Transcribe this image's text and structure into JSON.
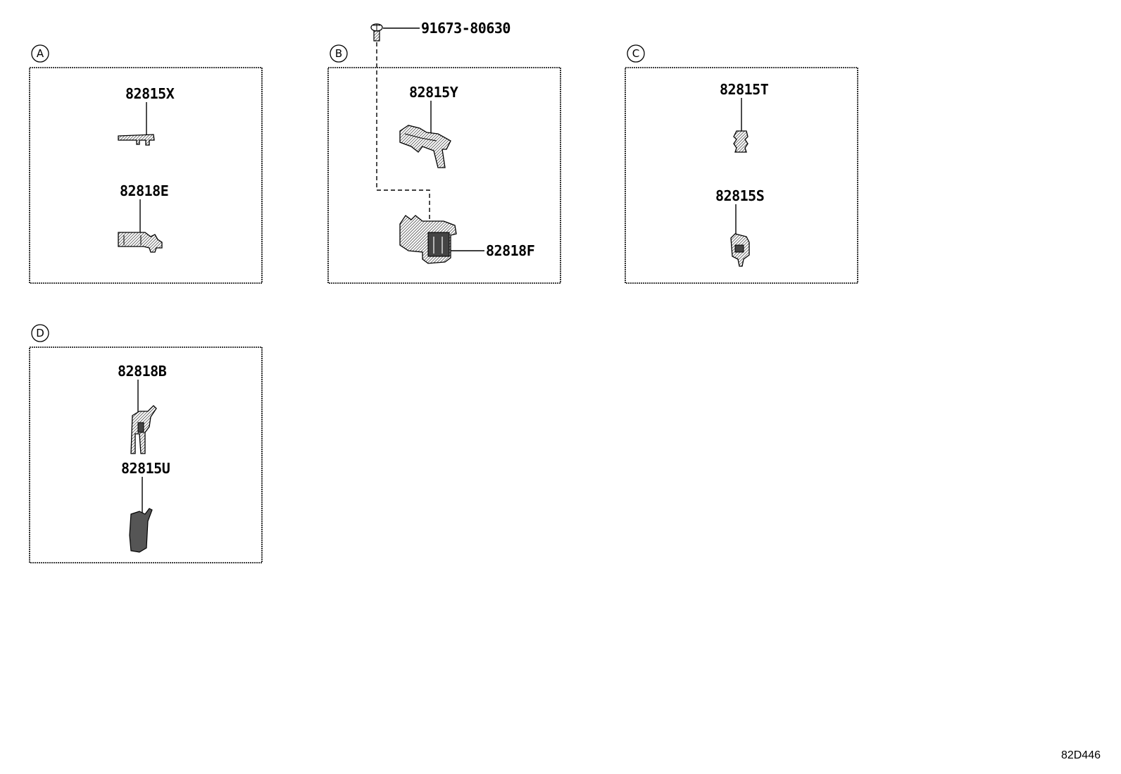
{
  "sections": [
    {
      "letter": "A",
      "parts": [
        "82815X",
        "82818E"
      ]
    },
    {
      "letter": "B",
      "parts": [
        "82815Y",
        "82818F"
      ]
    },
    {
      "letter": "C",
      "parts": [
        "82815T",
        "82815S"
      ]
    },
    {
      "letter": "D",
      "parts": [
        "82818B",
        "82815U"
      ]
    }
  ],
  "bolt_part": "91673-80630",
  "diagram_code": "82D446",
  "icons": [
    "bolt-icon",
    "bracket-icon",
    "clamp-icon",
    "connector-icon",
    "clip-icon"
  ]
}
